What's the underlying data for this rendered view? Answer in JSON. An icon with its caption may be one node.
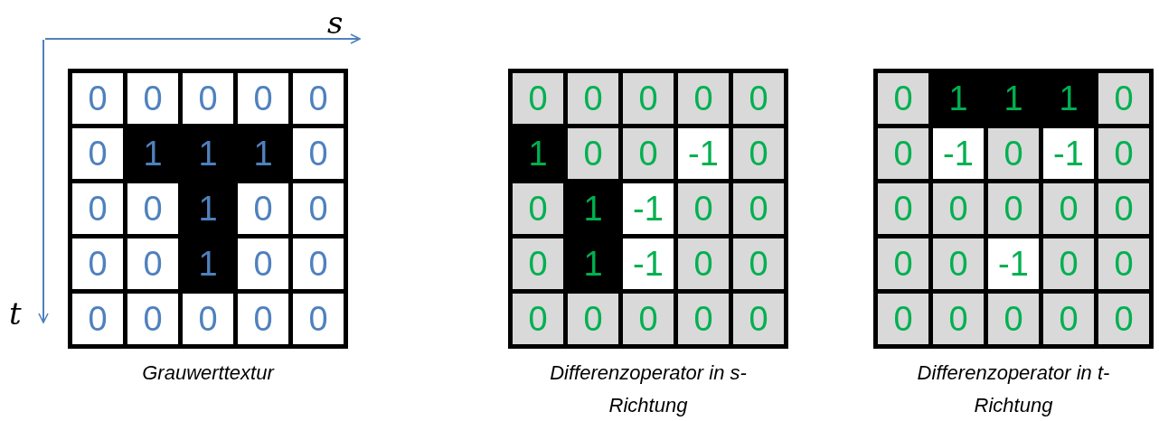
{
  "diagram": {
    "labels": [
      "s",
      "t",
      "0",
      "0",
      "0",
      "0",
      "0",
      "0",
      "1",
      "1",
      "1",
      "0",
      "0",
      "0",
      "1",
      "0",
      "0",
      "0",
      "0",
      "1",
      "0",
      "0",
      "0",
      "0",
      "0",
      "0",
      "0",
      "0",
      "0",
      "0",
      "0",
      "0",
      "1",
      "0",
      "0",
      "-1",
      "0",
      "0",
      "1",
      "-1",
      "0",
      "0",
      "0",
      "1",
      "-1",
      "0",
      "0",
      "0",
      "0",
      "0",
      "0",
      "0",
      "0",
      "1",
      "1",
      "1",
      "0",
      "0",
      "-1",
      "0",
      "-1",
      "0",
      "0",
      "0",
      "0",
      "0",
      "0",
      "0",
      "0",
      "-1",
      "0",
      "0",
      "0",
      "0",
      "0",
      "0",
      "0",
      "Grauwerttextur",
      "Differenzoperator in s-Richtung",
      "Differenzoperator in t-Richtung"
    ]
  }
}
